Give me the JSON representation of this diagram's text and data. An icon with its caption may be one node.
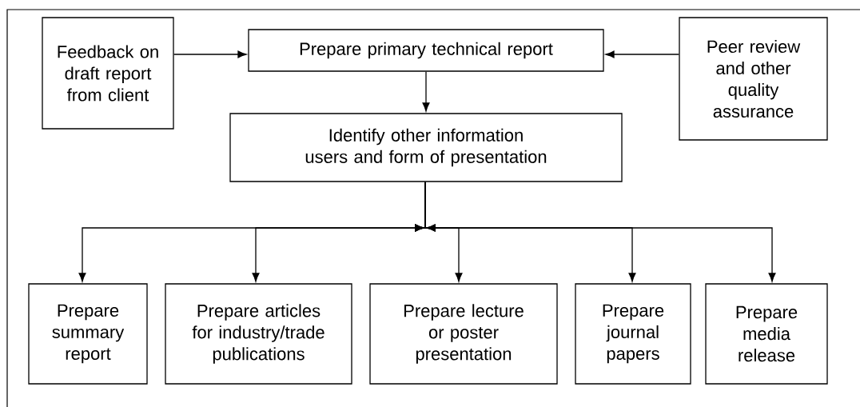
{
  "diagram": {
    "nodes": [
      {
        "text": [
          "Feedback on draft report from client"
        ]
      },
      {
        "text": [
          "Prepare primary technical report"
        ]
      },
      {
        "text": [
          "Peer review and other quality assurance"
        ]
      },
      {
        "text": [
          "Identify other information users and form of presentation"
        ]
      },
      {
        "text": [
          "Prepare summary report"
        ]
      },
      {
        "text": [
          "Prepare articles for industry/trade publications"
        ]
      },
      {
        "text": [
          "Prepare lecture or poster presentation"
        ]
      },
      {
        "text": [
          "Prepare journal papers"
        ]
      },
      {
        "text": [
          "Prepare media release"
        ]
      }
    ],
    "edges": [
      {
        "from": 0,
        "to": 1,
        "arrow": "to"
      },
      {
        "from": 2,
        "to": 1,
        "arrow": "to"
      },
      {
        "from": 1,
        "to": 3,
        "arrow": "to"
      },
      {
        "from": 3,
        "to": 4,
        "arrow": "to"
      },
      {
        "from": 3,
        "to": 5,
        "arrow": "to"
      },
      {
        "from": 3,
        "to": 6,
        "arrow": "to"
      },
      {
        "from": 3,
        "to": 7,
        "arrow": "to"
      },
      {
        "from": 3,
        "to": 8,
        "arrow": "to"
      }
    ]
  }
}
